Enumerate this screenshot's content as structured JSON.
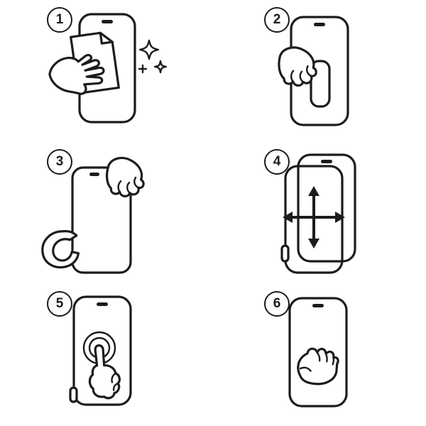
{
  "diagram": {
    "name": "screen-protector-installation-instructions",
    "colors": {
      "line": "#1c1c1c",
      "background": "#ffffff"
    },
    "steps": [
      {
        "number": "1",
        "icon": "clean-screen-hand-cloth-sparkles-icon",
        "depicts": "hand wiping phone screen with cloth, sparkles"
      },
      {
        "number": "2",
        "icon": "peel-backing-tab-hand-icon",
        "depicts": "hand grabbing pull tab on phone"
      },
      {
        "number": "3",
        "icon": "peel-film-corner-hands-icon",
        "depicts": "one hand holding phone, other hand peeling film from top corner"
      },
      {
        "number": "4",
        "icon": "align-protector-arrows-icon",
        "depicts": "two phone outlines with four-direction alignment arrows"
      },
      {
        "number": "5",
        "icon": "press-center-finger-tap-icon",
        "depicts": "finger pressing center of phone screen with ripple circles"
      },
      {
        "number": "6",
        "icon": "smooth-screen-fist-icon",
        "depicts": "hand pressing and smoothing phone screen"
      }
    ]
  }
}
